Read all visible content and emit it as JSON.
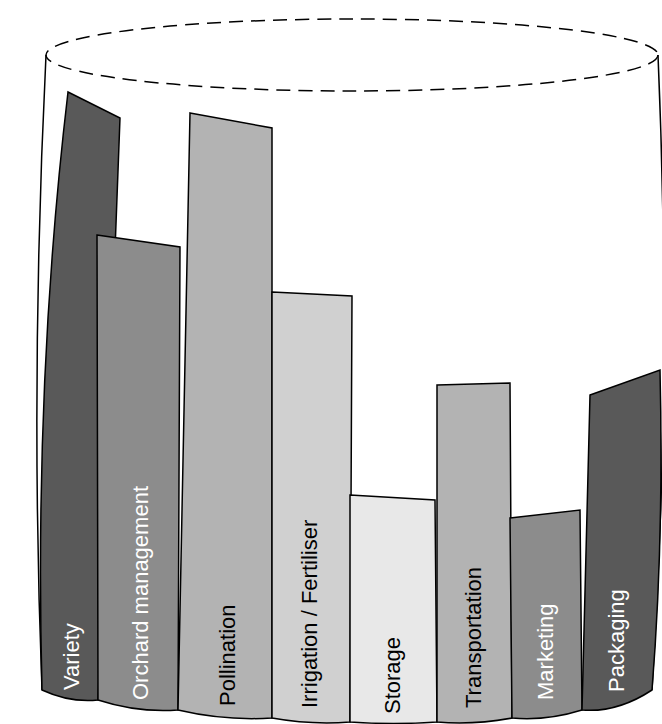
{
  "diagram": {
    "nodes": [
      {
        "text": [
          "Variety"
        ]
      },
      {
        "text": [
          "Orchard management"
        ]
      },
      {
        "text": [
          "Pollination"
        ]
      },
      {
        "text": [
          "Irrigation / Fertiliser"
        ]
      },
      {
        "text": [
          "Storage"
        ]
      },
      {
        "text": [
          "Transportation"
        ]
      },
      {
        "text": [
          "Marketing"
        ]
      },
      {
        "text": [
          "Packaging"
        ]
      }
    ]
  }
}
